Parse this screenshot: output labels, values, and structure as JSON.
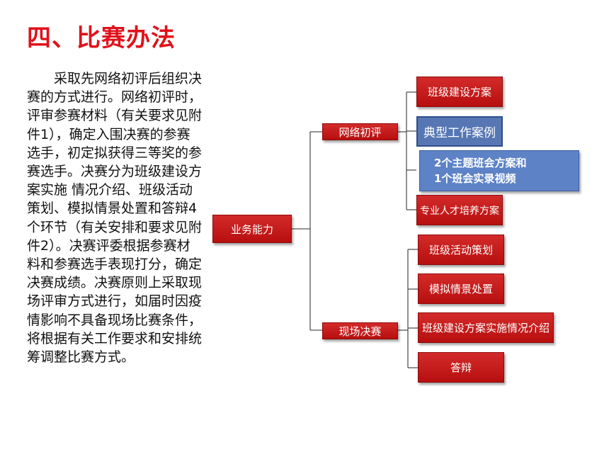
{
  "title": "四、比赛办法",
  "paragraph": "采取先网络初评后组织决赛的方式进行。网络初评时，评审参赛材料（有关要求见附件1），确定入围决赛的参赛选手，初定拟获得三等奖的参赛选手。决赛分为班级建设方案实施 情况介绍、班级活动策划、模拟情景处置和答辩4个环节（有关安排和要求见附件2）。决赛评委根据参赛材料和参赛选手表现打分，确定决赛成绩。决赛原则上采取现场评审方式进行，如届时因疫情影响不具备现场比赛条件，将根据有关工作要求和安排统筹调整比赛方式。",
  "diagram": {
    "root": "业务能力",
    "branch_online": {
      "label": "网络初评",
      "items": [
        "班级建设方案",
        "典型工作案例",
        "专业人才培养方案"
      ],
      "callout_line1": "2个主题班会方案和",
      "callout_line2": "1个班会实录视频"
    },
    "branch_final": {
      "label": "现场决赛",
      "items": [
        "班级活动策划",
        "模拟情景处置",
        "班级建设方案实施情况介绍",
        "答辩"
      ]
    }
  }
}
